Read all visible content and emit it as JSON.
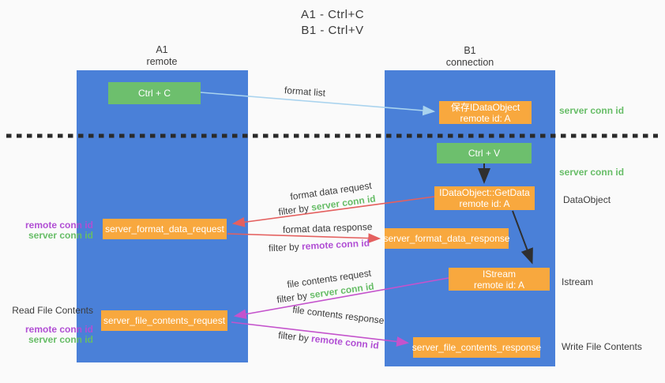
{
  "title": {
    "line1": "A1 - Ctrl+C",
    "line2": "B1 - Ctrl+V"
  },
  "colors": {
    "lifeline_blue": "#4a80d8",
    "box_green": "#6dbf6d",
    "box_orange": "#f8a83e",
    "text_green": "#67bd67",
    "text_purple": "#b14fd4",
    "arrow_red": "#e4605f",
    "arrow_magenta": "#c453cc",
    "arrow_lightblue": "#a9d3ee",
    "arrow_black": "#2f2f2f"
  },
  "lifelines": {
    "a1": {
      "name": "A1",
      "sub": "remote"
    },
    "b1": {
      "name": "B1",
      "sub": "connection"
    }
  },
  "nodes": {
    "ctrl_c": {
      "label": "Ctrl + C"
    },
    "save_dataobject": {
      "line1": "保存IDataObject",
      "line2": "remote id: A"
    },
    "ctrl_v": {
      "label": "Ctrl + V"
    },
    "getdata": {
      "line1": "IDataObject::GetData",
      "line2": "remote id: A"
    },
    "istream": {
      "line1": "IStream",
      "line2": "remote id: A"
    },
    "format_request": {
      "label": "server_format_data_request"
    },
    "format_response": {
      "label": "server_format_data_response"
    },
    "file_request": {
      "label": "server_file_contents_request"
    },
    "file_response": {
      "label": "server_file_contents_response"
    }
  },
  "arrows": {
    "format_list": {
      "label": "format list"
    },
    "format_data_request": {
      "label": "format data request",
      "filter_prefix": "filter by",
      "filter_key": "server conn id"
    },
    "format_data_response": {
      "label": "format data response",
      "filter_prefix": "filter by",
      "filter_key": "remote conn id"
    },
    "file_contents_request": {
      "label": "file contents request",
      "filter_prefix": "filter by",
      "filter_key": "server conn id"
    },
    "file_contents_response": {
      "label": "file contents response",
      "filter_prefix": "filter by",
      "filter_key": "remote conn id"
    }
  },
  "left_labels": {
    "format_group": {
      "remote": "remote conn id",
      "server": "server conn id"
    },
    "read_title": "Read File Contents",
    "file_group": {
      "remote": "remote conn id",
      "server": "server conn id"
    }
  },
  "right_labels": {
    "server_conn_top": "server conn id",
    "server_conn_mid": "server conn id",
    "dataobject": "DataObject",
    "istream": "Istream",
    "write_title": "Write File Contents"
  }
}
